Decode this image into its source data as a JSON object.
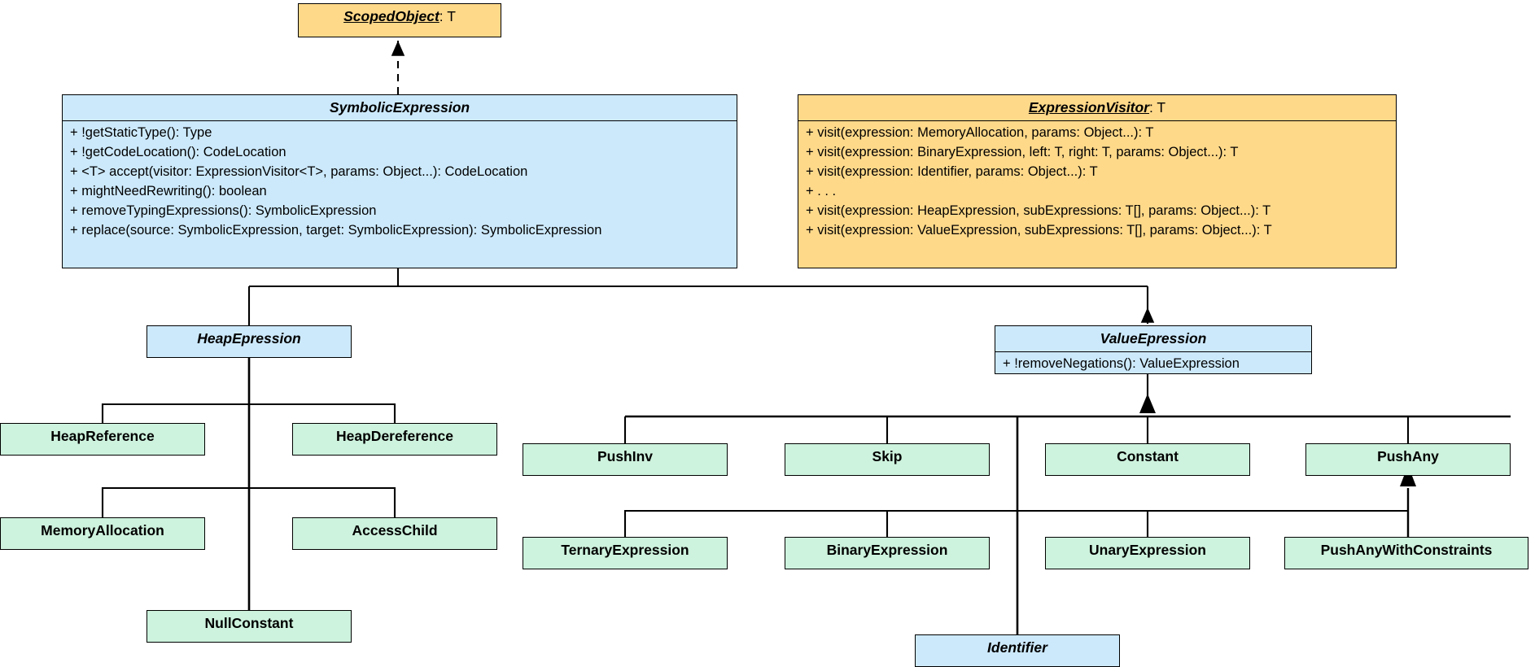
{
  "diagram": {
    "kind": "uml-class-diagram",
    "colors": {
      "interface_fill": "#ffd98a",
      "abstract_fill": "#cce9fb",
      "concrete_fill": "#cdf2dd",
      "stroke": "#000000",
      "background": "#ffffff"
    }
  },
  "classes": {
    "scoped_object": {
      "name": "ScopedObject",
      "type_param": ": T",
      "members": []
    },
    "symbolic_expression": {
      "name": "SymbolicExpression",
      "type_param": "",
      "members": [
        "+ !getStaticType(): Type",
        "+ !getCodeLocation(): CodeLocation",
        "+ <T> accept(visitor: ExpressionVisitor<T>, params: Object...): CodeLocation",
        "+ mightNeedRewriting(): boolean",
        "+ removeTypingExpressions(): SymbolicExpression",
        "+ replace(source: SymbolicExpression, target: SymbolicExpression): SymbolicExpression"
      ]
    },
    "expression_visitor": {
      "name": "ExpressionVisitor",
      "type_param": ": T",
      "members": [
        "+ visit(expression: MemoryAllocation, params: Object...): T",
        "+ visit(expression: BinaryExpression, left: T, right: T, params: Object...): T",
        "+ visit(expression: Identifier, params: Object...): T",
        "+ . . .",
        "+ visit(expression: HeapExpression, subExpressions: T[], params: Object...): T",
        "+ visit(expression: ValueExpression, subExpressions: T[], params: Object...): T"
      ]
    },
    "heap_expression": {
      "name": "HeapEpression",
      "type_param": "",
      "members": []
    },
    "value_expression": {
      "name": "ValueEpression",
      "type_param": "",
      "members": [
        "+ !removeNegations(): ValueExpression"
      ]
    },
    "identifier": {
      "name": "Identifier",
      "type_param": "",
      "members": []
    },
    "heap_reference": {
      "name": "HeapReference"
    },
    "heap_dereference": {
      "name": "HeapDereference"
    },
    "memory_allocation": {
      "name": "MemoryAllocation"
    },
    "access_child": {
      "name": "AccessChild"
    },
    "null_constant": {
      "name": "NullConstant"
    },
    "push_inv": {
      "name": "PushInv"
    },
    "skip": {
      "name": "Skip"
    },
    "constant": {
      "name": "Constant"
    },
    "push_any": {
      "name": "PushAny"
    },
    "ternary_expression": {
      "name": "TernaryExpression"
    },
    "binary_expression": {
      "name": "BinaryExpression"
    },
    "unary_expression": {
      "name": "UnaryExpression"
    },
    "push_any_with_constraints": {
      "name": "PushAnyWithConstraints"
    }
  }
}
